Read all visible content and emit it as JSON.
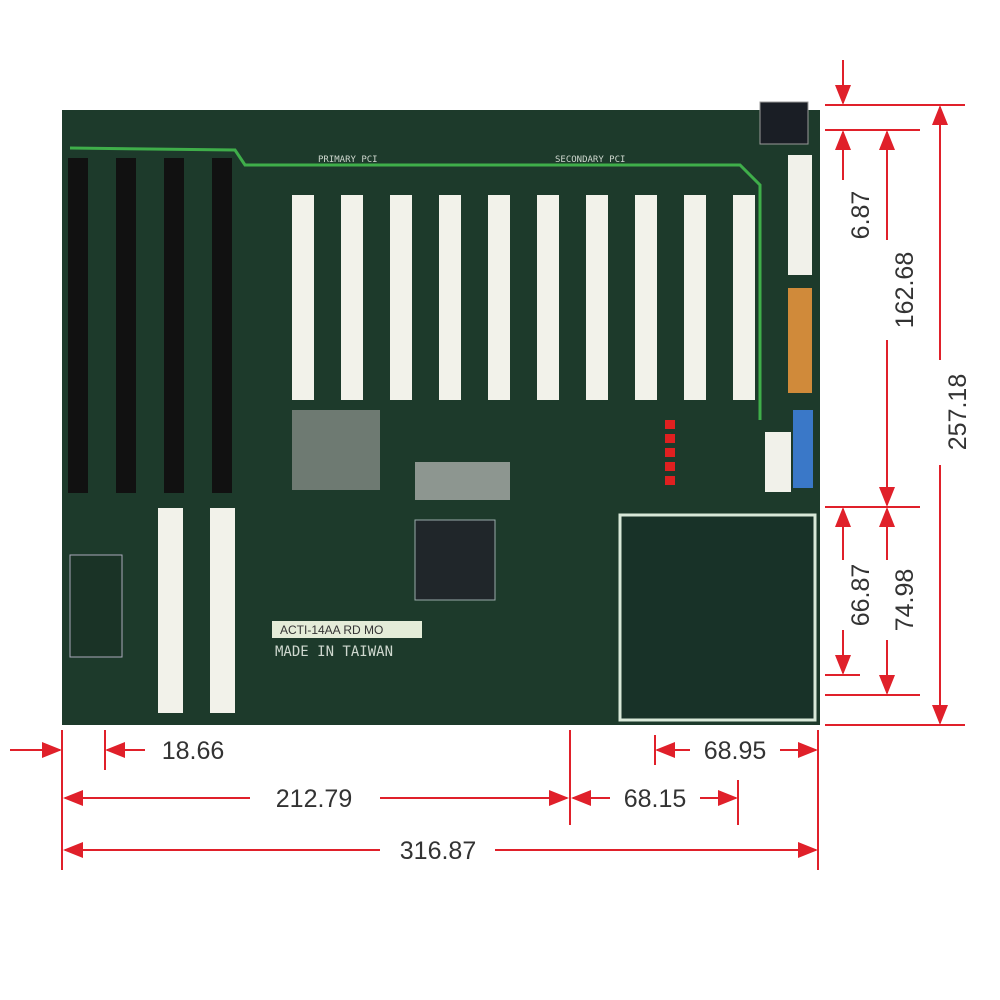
{
  "board": {
    "primary_label": "PRIMARY PCI",
    "secondary_label": "SECONDARY PCI",
    "model_label": "ACTI-14AA  RD  MO",
    "origin_label": "MADE IN TAIWAN",
    "isa_slot_count": 4,
    "pci_slot_count": 10,
    "cpu_slot_count": 2
  },
  "dimensions": {
    "right": [
      "6.87",
      "162.68",
      "257.18",
      "66.87",
      "74.98"
    ],
    "bottom": [
      "18.66",
      "212.79",
      "68.15",
      "68.95",
      "316.87"
    ]
  },
  "colors": {
    "board": "#1d3a2b",
    "trace": "#3fae4a",
    "dimension": "#e0202a"
  }
}
